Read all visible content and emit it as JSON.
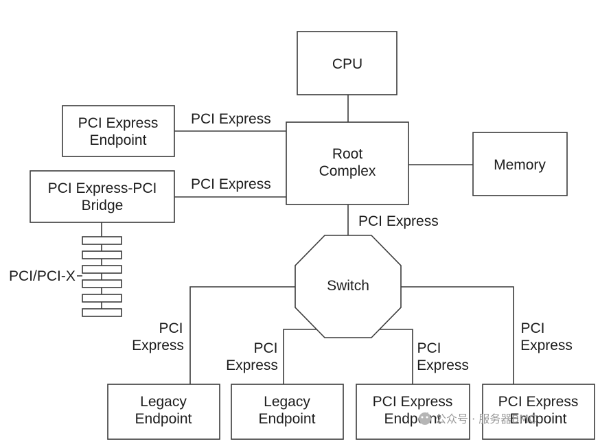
{
  "nodes": {
    "cpu": "CPU",
    "root_complex": [
      "Root",
      "Complex"
    ],
    "memory": "Memory",
    "switch": "Switch",
    "pcie_endpoint_top": [
      "PCI Express",
      "Endpoint"
    ],
    "pcie_pci_bridge": [
      "PCI Express-PCI",
      "Bridge"
    ],
    "legacy_endpoint_1": [
      "Legacy",
      "Endpoint"
    ],
    "legacy_endpoint_2": [
      "Legacy",
      "Endpoint"
    ],
    "pcie_endpoint_bottom_1": [
      "PCI Express",
      "Endpoint"
    ],
    "pcie_endpoint_bottom_2": [
      "PCI Express",
      "Endpoint"
    ]
  },
  "links": {
    "endpoint_to_root": "PCI Express",
    "bridge_to_root": "PCI Express",
    "root_to_switch": "PCI Express",
    "switch_to_legacy_1": [
      "PCI",
      "Express"
    ],
    "switch_to_legacy_2": [
      "PCI",
      "Express"
    ],
    "switch_to_pcie_1": [
      "PCI",
      "Express"
    ],
    "switch_to_pcie_2": [
      "PCI",
      "Express"
    ]
  },
  "bus_label": "PCI/PCI-X",
  "watermark": "公众号 · 服务器BMC"
}
